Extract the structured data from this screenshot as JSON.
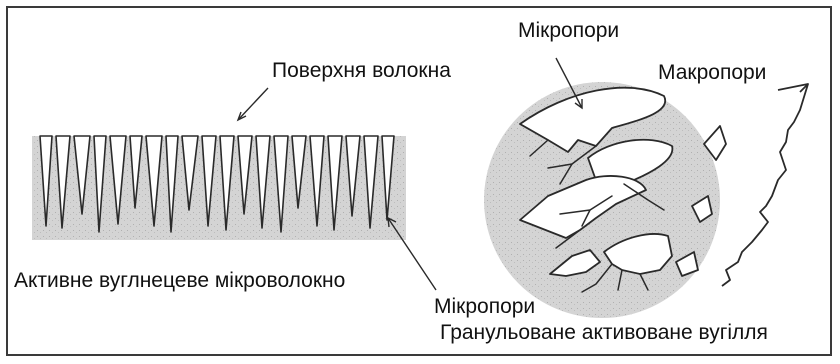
{
  "diagram": {
    "left": {
      "surface_label": "Поверхня волокна",
      "caption": "Активне вуглнецеве мікроволокно",
      "pores_label": "Мікропори"
    },
    "right": {
      "micropores_label": "Мікропори",
      "macropores_label": "Макропори",
      "caption": "Гранульоване активоване вугілля"
    },
    "colors": {
      "fill": "#d3d3d3",
      "ink": "#2a2a2a",
      "border": "#3a3a3a"
    }
  }
}
